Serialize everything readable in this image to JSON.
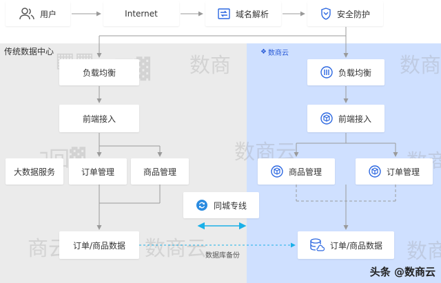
{
  "top_flow": {
    "user": "用户",
    "internet": "Internet",
    "dns": "域名解析",
    "security": "安全防护"
  },
  "traditional_dc": {
    "title": "传统数据中心",
    "load_balancer": "负载均衡",
    "frontend_access": "前端接入",
    "big_data_service": "大数据服务",
    "order_management": "订单管理",
    "product_management": "商品管理",
    "order_product_data": "订单/商品数据"
  },
  "cloud": {
    "logo_text": "数商云",
    "load_balancer": "负载均衡",
    "frontend_access": "前端接入",
    "product_management": "商品管理",
    "order_management": "订单管理",
    "order_product_data": "订单/商品数据"
  },
  "link": {
    "dedicated_line": "同城专线",
    "db_backup": "数据库备份"
  },
  "credit": "头条 @数商云",
  "colors": {
    "accent": "#2a66e0",
    "arrow_gray": "#9a9a9a",
    "cyan": "#1ab0e8"
  }
}
